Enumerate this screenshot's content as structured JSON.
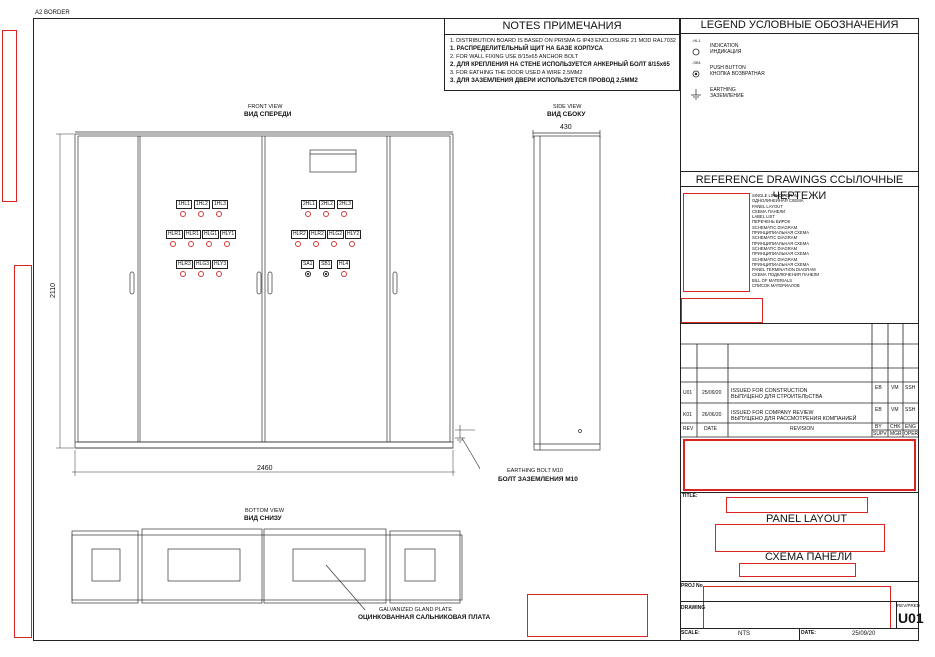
{
  "sheet": {
    "size_label": "A2 BORDER"
  },
  "notes": {
    "title": "NOTES   ПРИМЕЧАНИЯ",
    "lines": [
      {
        "text": "1. DISTRIBUTION BOARD IS BASED ON PRISMA G IP43 ENCLOSURE 21 MOD RAL7032",
        "bold": false
      },
      {
        "text": "1. РАСПРЕДЕЛИТЕЛЬНЫЙ ЩИТ НА БАЗЕ КОРПУСА",
        "bold": true
      },
      {
        "text": "2. FOR WALL FIXING USE 8/15x65 ANCHOR BOLT",
        "bold": false
      },
      {
        "text": "2. ДЛЯ КРЕПЛЕНИЯ НА СТЕНЕ ИСПОЛЬЗУЕТСЯ АНКЕРНЫЙ БОЛТ 8/15x65",
        "bold": true
      },
      {
        "text": "3. FOR EATHING THE DOOR USED A WIRE 2.5MM2",
        "bold": false
      },
      {
        "text": "3. ДЛЯ ЗАЗЕМЛЕНИЯ ДВЕРИ ИСПОЛЬЗУЕТСЯ ПРОВОД 2,5MM2",
        "bold": true
      }
    ]
  },
  "legend": {
    "title": "LEGEND   УСЛОВНЫЕ ОБОЗНАЧЕНИЯ",
    "items": [
      {
        "symbol_tag": "-HL1",
        "label_en": "INDICATION",
        "label_ru": "ИНДИКАЦИЯ",
        "icon": "indicator-lamp-icon"
      },
      {
        "symbol_tag": "-SB1",
        "label_en": "PUSH BUTTON",
        "label_ru": "КНОПКА ВОЗВРАТНАЯ",
        "icon": "push-button-icon"
      },
      {
        "symbol_tag": "",
        "label_en": "EARTHING",
        "label_ru": "ЗАЗЕМЛЕНИЕ",
        "icon": "earthing-icon"
      }
    ]
  },
  "reference": {
    "title": "REFERENCE DRAWINGS   ССЫЛОЧНЫЕ ЧЕРТЕЖИ",
    "items": [
      "SINGLE LINE DIAGRAM",
      "ОДНОЛИНЕЙНАЯ СХЕМА",
      "PANEL LAYOUT",
      "СХЕМА ПАНЕЛИ",
      "LABEL LIST",
      "ПЕРЕЧЕНЬ БИРОК",
      "SCHEMATIC DIAGRAM",
      "ПРИНЦИПИАЛЬНАЯ СХЕМА",
      "SCHEMATIC DIAGRAM",
      "ПРИНЦИПИАЛЬНАЯ СХЕМА",
      "SCHEMATIC DIAGRAM",
      "ПРИНЦИПИАЛЬНАЯ СХЕМА",
      "SCHEMATIC DIAGRAM",
      "ПРИНЦИПИАЛЬНАЯ СХЕМА",
      "PANEL TERMINATION DIAGRAM",
      "СХЕМА ПОДКЛЮЧЕНИЯ ПАНЕЛИ",
      "BILL OF MATERIALS",
      "СПИСОК МАТЕРИАЛОВ"
    ]
  },
  "revisions": {
    "rows": [
      {
        "rev": "U01",
        "date": "25/09/20",
        "desc_en": "ISSUED FOR CONSTRUCTION",
        "desc_ru": "ВЫПУЩЕНО ДЛЯ СТРОИТЕЛЬСТВА",
        "by": "EB",
        "chk": "VM",
        "eng": "SSH"
      },
      {
        "rev": "K01",
        "date": "26/06/20",
        "desc_en": "ISSUED FOR COMPANY REVIEW",
        "desc_ru": "ВЫПУЩЕНО ДЛЯ РАССМОТРЕНИЯ КОМПАНИЕЙ",
        "by": "EB",
        "chk": "VM",
        "eng": "SSH"
      }
    ],
    "header": {
      "rev": "REV",
      "date": "DATE",
      "revision": "REVISION",
      "by": "BY",
      "chk": "CHK",
      "eng": "ENG",
      "supv": "SUPV",
      "mgr": "MGR",
      "oper": "OPER"
    }
  },
  "title_block": {
    "title_label": "TITLE:",
    "title_en": "PANEL LAYOUT",
    "title_ru": "СХЕМА ПАНЕЛИ",
    "proj_label": "PROJ No",
    "drawing_label": "DRAWING",
    "revpred_label": "REV/PRED",
    "rev_value": "U01",
    "scale_label": "SCALE:",
    "scale_value": "NTS",
    "date_label": "DATE:",
    "date_value": "25/09/20"
  },
  "front_view": {
    "label_en": "FRONT VIEW",
    "label_ru": "ВИД СПЕРЕДИ",
    "width_dim": "2460",
    "height_dim": "2110",
    "left_indicators_row1": [
      "1HL1",
      "1HL2",
      "1HL3"
    ],
    "left_indicators_row2": [
      "HLR1",
      "HLR1",
      "HLG1",
      "HLY1"
    ],
    "left_indicators_row3": [
      "HLR3",
      "HLG3",
      "HLY3"
    ],
    "right_indicators_row1": [
      "2HL1",
      "2HL2",
      "2HL3"
    ],
    "right_indicators_row2": [
      "HLR2",
      "HLR2",
      "HLG2",
      "HLY2"
    ],
    "right_indicators_row3": [
      "SA1",
      "SB1",
      "HL4"
    ],
    "earthing_label_en": "EARTHING BOLT M10",
    "earthing_label_ru": "БОЛТ ЗАЗЕМЛЕНИЯ М10"
  },
  "side_view": {
    "label_en": "SIDE VIEW",
    "label_ru": "ВИД СБОКУ",
    "width_dim": "430"
  },
  "bottom_view": {
    "label_en": "BOTTOM VIEW",
    "label_ru": "ВИД СНИЗУ",
    "gland_label_en": "GALVANIZED GLAND PLATE",
    "gland_label_ru": "ОЦИНКОВАННАЯ САЛЬНИКОВАЯ ПЛАТА"
  },
  "colors": {
    "line": "#222222",
    "redaction": "#dd2222",
    "indicator": "#d23a3a"
  }
}
